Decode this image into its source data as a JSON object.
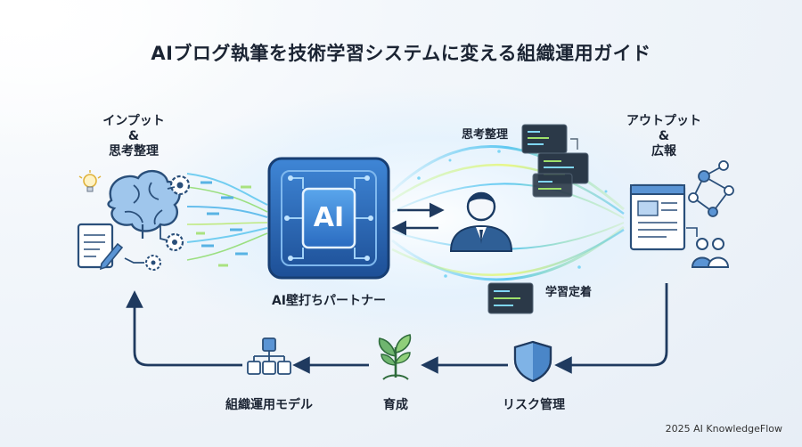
{
  "title": "AIブログ執筆を技術学習システムに変える組織運用ガイド",
  "input_block": {
    "line1": "インプット",
    "line2": "&",
    "line3": "思考整理"
  },
  "output_block": {
    "line1": "アウトプット",
    "line2": "&",
    "line3": "広報"
  },
  "ai_chip": {
    "text": "AI",
    "caption": "AI壁打ちパートナー"
  },
  "flow_labels": {
    "top": "思考整理",
    "bottom": "学習定着"
  },
  "bottom_steps": [
    {
      "label": "組織運用モデル",
      "icon": "org-chart-icon"
    },
    {
      "label": "育成",
      "icon": "sprout-icon"
    },
    {
      "label": "リスク管理",
      "icon": "shield-icon"
    }
  ],
  "footer": "2025 AI KnowledgeFlow",
  "colors": {
    "primary": "#1f5fa8",
    "dark": "#1f3a5f",
    "arrow": "#1f3a5f",
    "glow": "#5fd3f5"
  }
}
